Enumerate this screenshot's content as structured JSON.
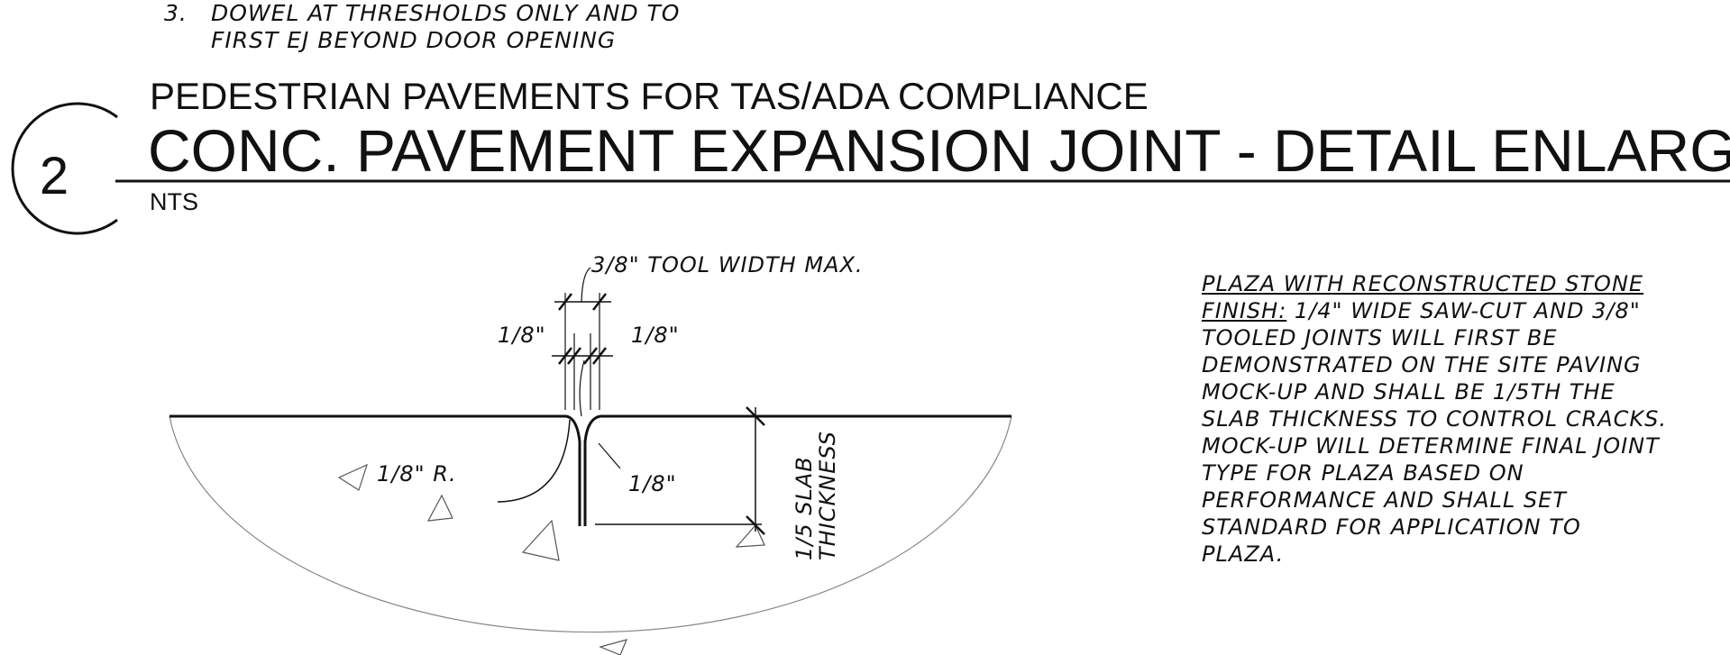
{
  "note_3": {
    "number": "3.",
    "line_1": "DOWEL AT THRESHOLDS ONLY AND TO",
    "line_2": "FIRST EJ BEYOND DOOR OPENING"
  },
  "detail": {
    "number": "2",
    "subtitle": "PEDESTRIAN PAVEMENTS FOR TAS/ADA COMPLIANCE",
    "title": "CONC. PAVEMENT EXPANSION JOINT - DETAIL ENLARGE.",
    "scale": "NTS"
  },
  "dimensions": {
    "tool_width": "3/8\" TOOL WIDTH MAX.",
    "left_offset": "1/8\"",
    "right_offset": "1/8\"",
    "radius_label": "1/8\" R.",
    "edge_label": "1/8\"",
    "depth_line_1": "1/5 SLAB",
    "depth_line_2": "THICKNESS"
  },
  "plaza_note": {
    "lead": "PLAZA WITH RECONSTRUCTED STONE\nFINISH:",
    "body": "  1/4\" WIDE SAW-CUT AND 3/8\"\nTOOLED JOINTS WILL FIRST BE\nDEMONSTRATED ON THE SITE PAVING\nMOCK-UP AND SHALL BE 1/5TH THE\nSLAB THICKNESS TO CONTROL CRACKS.\nMOCK-UP WILL DETERMINE FINAL JOINT\nTYPE FOR PLAZA BASED ON\nPERFORMANCE AND SHALL SET\nSTANDARD FOR APPLICATION TO\nPLAZA."
  }
}
